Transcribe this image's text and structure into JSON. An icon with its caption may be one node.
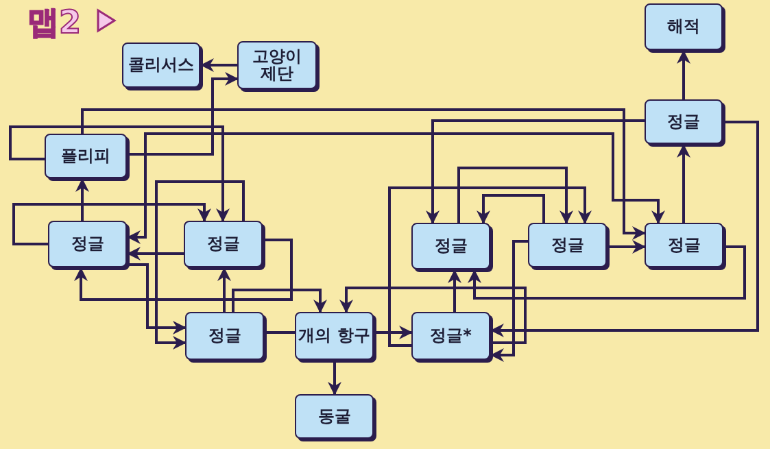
{
  "diagram": {
    "title": "맵2",
    "nodes": [
      {
        "text": [
          "콜리서스"
        ]
      },
      {
        "text": [
          "고양이 제단"
        ]
      },
      {
        "text": [
          "해적"
        ]
      },
      {
        "text": [
          "정글"
        ]
      },
      {
        "text": [
          "플리피"
        ]
      },
      {
        "text": [
          "정글"
        ]
      },
      {
        "text": [
          "정글"
        ]
      },
      {
        "text": [
          "정글"
        ]
      },
      {
        "text": [
          "정글"
        ]
      },
      {
        "text": [
          "정글"
        ]
      },
      {
        "text": [
          "정글"
        ]
      },
      {
        "text": [
          "개의 항구"
        ]
      },
      {
        "text": [
          "정글*"
        ]
      },
      {
        "text": [
          "동굴"
        ]
      }
    ],
    "edges": [
      {
        "from": 1,
        "to": 0,
        "arrow": "to"
      },
      {
        "from": 4,
        "to": 1,
        "arrow": "to"
      },
      {
        "from": 3,
        "to": 2,
        "arrow": "to"
      },
      {
        "from": 9,
        "to": 3,
        "arrow": "to"
      },
      {
        "from": 5,
        "to": 4,
        "arrow": "to"
      },
      {
        "from": 4,
        "to": 6,
        "arrow": "to"
      },
      {
        "from": 4,
        "to": 9,
        "arrow": "to"
      },
      {
        "from": 5,
        "to": 9,
        "arrow": "both"
      },
      {
        "from": 3,
        "to": 7,
        "arrow": "to"
      },
      {
        "from": 3,
        "to": 12,
        "arrow": "to"
      },
      {
        "from": 5,
        "to": 6,
        "arrow": "to"
      },
      {
        "from": 6,
        "to": 10,
        "arrow": "to"
      },
      {
        "from": 6,
        "to": 5,
        "arrow": "to"
      },
      {
        "from": 6,
        "to": 5,
        "arrow": "to"
      },
      {
        "from": 5,
        "to": 10,
        "arrow": "to"
      },
      {
        "from": 10,
        "to": 6,
        "arrow": "to"
      },
      {
        "from": 10,
        "to": 11,
        "arrow": "to"
      },
      {
        "from": 10,
        "to": 11,
        "arrow": "none"
      },
      {
        "from": 11,
        "to": 12,
        "arrow": "to"
      },
      {
        "from": 11,
        "to": 13,
        "arrow": "to"
      },
      {
        "from": 12,
        "to": 11,
        "arrow": "to"
      },
      {
        "from": 8,
        "to": 12,
        "arrow": "to"
      },
      {
        "from": 12,
        "to": 7,
        "arrow": "to"
      },
      {
        "from": 12,
        "to": 8,
        "arrow": "to"
      },
      {
        "from": 7,
        "to": 8,
        "arrow": "to"
      },
      {
        "from": 8,
        "to": 7,
        "arrow": "to"
      },
      {
        "from": 8,
        "to": 9,
        "arrow": "to"
      },
      {
        "from": 9,
        "to": 7,
        "arrow": "to"
      }
    ]
  }
}
